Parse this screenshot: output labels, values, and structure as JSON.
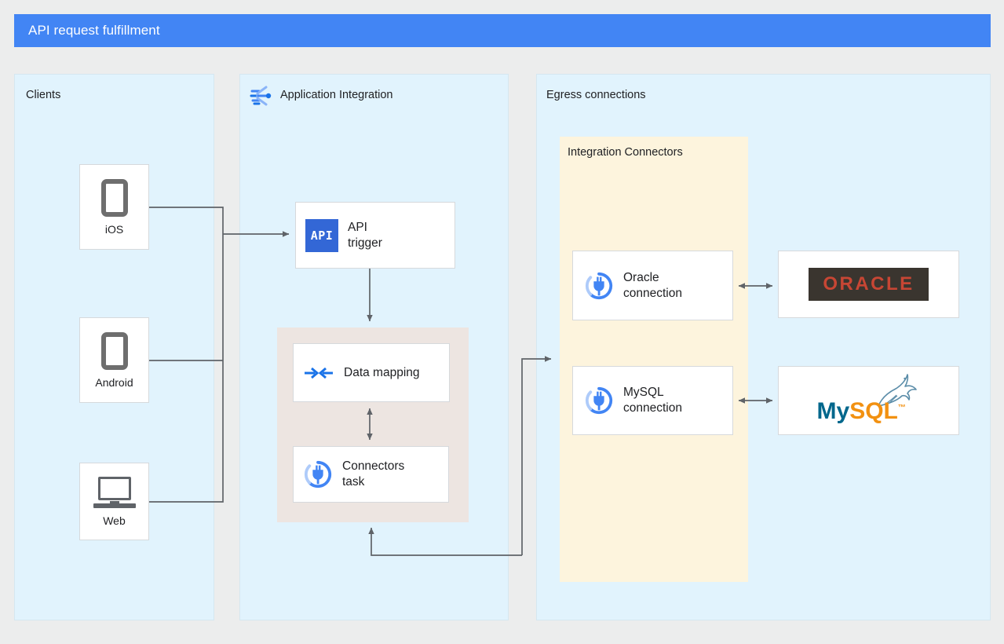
{
  "diagram": {
    "title": "API request fulfillment",
    "title_bar_color": "#4285f4",
    "background_color": "#eceded",
    "panel_color": "#e1f3fd"
  },
  "panels": [
    {
      "id": "clients",
      "title": "Clients",
      "has_icon": false
    },
    {
      "id": "application_integration",
      "title": "Application Integration",
      "has_icon": true,
      "icon": "application-integration-icon"
    },
    {
      "id": "egress",
      "title": "Egress connections",
      "has_icon": false
    }
  ],
  "groups": [
    {
      "id": "integration_connectors",
      "title": "Integration Connectors",
      "color": "#fdf4dd"
    },
    {
      "id": "mapping_group",
      "title": "",
      "color": "#ede5e1"
    }
  ],
  "nodes": {
    "clients": [
      {
        "id": "ios",
        "label": "iOS",
        "icon": "phone-icon"
      },
      {
        "id": "android",
        "label": "Android",
        "icon": "phone-icon"
      },
      {
        "id": "web",
        "label": "Web",
        "icon": "laptop-icon"
      }
    ],
    "application_integration": [
      {
        "id": "api_trigger",
        "label": "API\ntrigger",
        "icon": "api-badge-icon",
        "icon_text": "API"
      },
      {
        "id": "data_mapping",
        "label": "Data mapping",
        "icon": "data-mapping-icon"
      },
      {
        "id": "connectors_task",
        "label": "Connectors\ntask",
        "icon": "connector-plug-icon"
      }
    ],
    "egress": [
      {
        "id": "oracle_connection",
        "label": "Oracle\nconnection",
        "icon": "connector-plug-icon"
      },
      {
        "id": "mysql_connection",
        "label": "MySQL\nconnection",
        "icon": "connector-plug-icon"
      }
    ],
    "external_systems": [
      {
        "id": "oracle_system",
        "label": "ORACLE",
        "logo": "oracle-logo",
        "logo_bg": "#3a352f",
        "logo_fg": "#c74634"
      },
      {
        "id": "mysql_system",
        "label": "MySQL",
        "logo": "mysql-logo",
        "logo_fg_primary": "#00678c",
        "logo_fg_accent": "#f29111"
      }
    ]
  },
  "connections": [
    {
      "from": "ios",
      "to": "api_trigger",
      "type": "arrow"
    },
    {
      "from": "android",
      "to": "api_trigger",
      "type": "arrow"
    },
    {
      "from": "web",
      "to": "api_trigger",
      "type": "arrow"
    },
    {
      "from": "api_trigger",
      "to": "data_mapping",
      "type": "arrow"
    },
    {
      "from": "data_mapping",
      "to": "connectors_task",
      "type": "double-arrow"
    },
    {
      "from": "connectors_task",
      "to": "integration_connectors",
      "type": "arrow"
    },
    {
      "from": "integration_connectors",
      "to": "mapping_group",
      "type": "arrow"
    },
    {
      "from": "oracle_connection",
      "to": "oracle_system",
      "type": "double-arrow"
    },
    {
      "from": "mysql_connection",
      "to": "mysql_system",
      "type": "double-arrow"
    }
  ]
}
